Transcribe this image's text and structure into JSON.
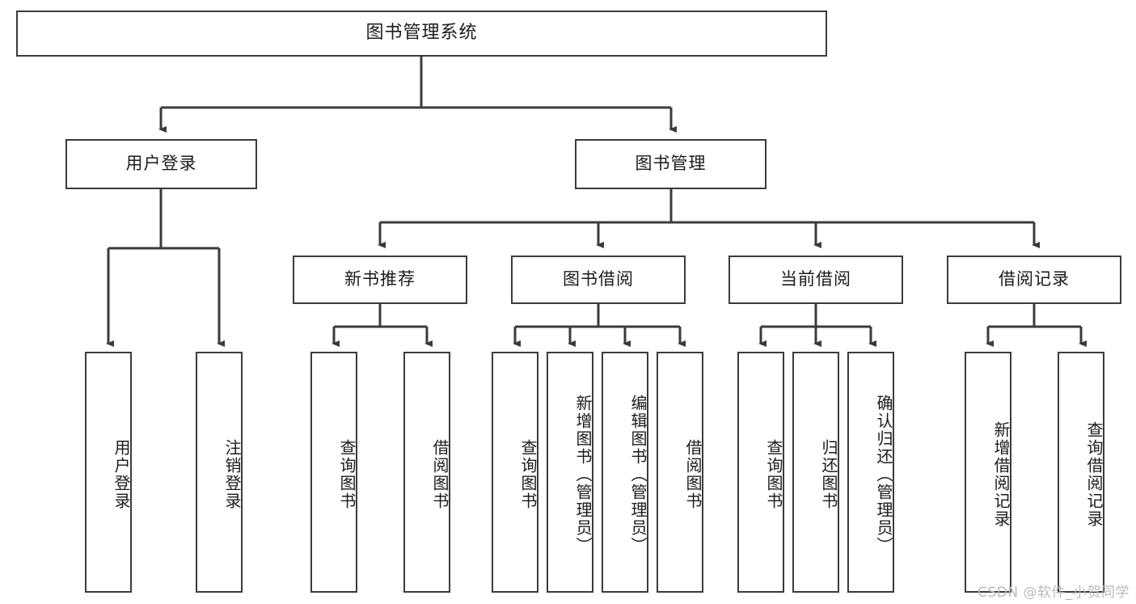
{
  "diagram": {
    "title": "图书管理系统",
    "type": "tree-hierarchy-diagram",
    "root": {
      "label": "图书管理系统"
    },
    "level1": [
      {
        "label": "用户登录"
      },
      {
        "label": "图书管理"
      }
    ],
    "level2": [
      {
        "label": "新书推荐"
      },
      {
        "label": "图书借阅"
      },
      {
        "label": "当前借阅"
      },
      {
        "label": "借阅记录"
      }
    ],
    "leaves": {
      "user_login": [
        {
          "label": "用户登录"
        },
        {
          "label": "注销登录"
        }
      ],
      "new_book_recommend": [
        {
          "label": "查询图书"
        },
        {
          "label": "借阅图书"
        }
      ],
      "book_borrow": [
        {
          "label": "查询图书"
        },
        {
          "label": "新增图书（管理员）"
        },
        {
          "label": "编辑图书（管理员）"
        },
        {
          "label": "借阅图书"
        }
      ],
      "current_borrow": [
        {
          "label": "查询图书"
        },
        {
          "label": "归还图书"
        },
        {
          "label": "确认归还（管理员）"
        }
      ],
      "borrow_record": [
        {
          "label": "新增借阅记录"
        },
        {
          "label": "查询借阅记录"
        }
      ]
    }
  },
  "watermark": {
    "text": "CSDN @软件_小贺同学"
  },
  "colors": {
    "border": "#3b3b3b",
    "text": "#1b1b1b",
    "background": "#ffffff",
    "watermark": "#b9b9b9"
  }
}
